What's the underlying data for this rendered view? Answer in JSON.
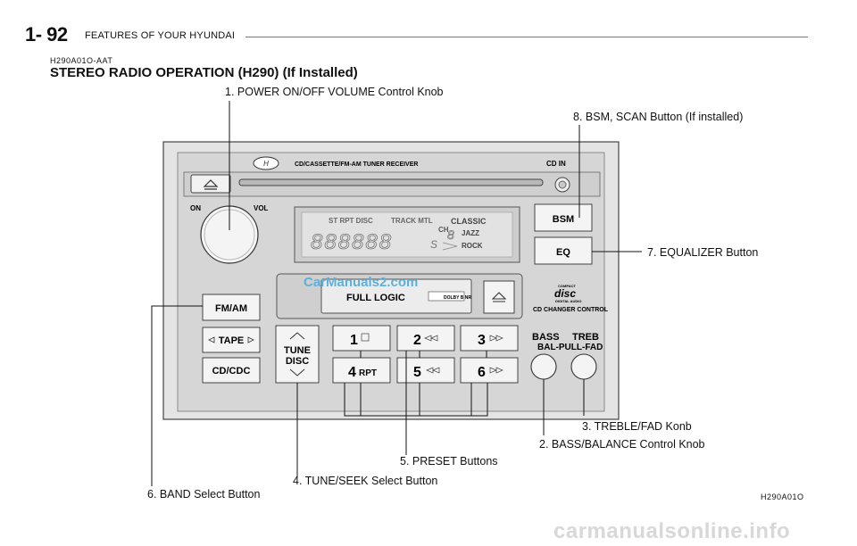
{
  "header": {
    "page_number": "1- 92",
    "section": "FEATURES OF YOUR HYUNDAI"
  },
  "doc_code": "H290A01O-AAT",
  "title": "STEREO RADIO OPERATION (H290) (If Installed)",
  "figure_code": "H290A01O",
  "watermark": "CarManuals2.com",
  "footer_watermark": "carmanualsonline.info",
  "callouts": {
    "c1": "1. POWER ON/OFF VOLUME Control Knob",
    "c2": "2. BASS/BALANCE Control Knob",
    "c3": "3. TREBLE/FAD Konb",
    "c4": "4. TUNE/SEEK Select Button",
    "c5": "5. PRESET Buttons",
    "c6": "6. BAND Select Button",
    "c7": "7. EQUALIZER Button",
    "c8": "8. BSM, SCAN Button (If installed)"
  },
  "radio": {
    "brand_text": "CD/CASSETTE/FM-AM TUNER RECEIVER",
    "cd_in": "CD  IN",
    "on_label": "ON",
    "vol_label": "VOL",
    "display_indicators": "ST  RPT  DISC",
    "display_track": "TRACK  MTL",
    "classic": "CLASSIC",
    "jazz": "JAZZ",
    "rock": "ROCK",
    "ch": "CH",
    "digits": "888888",
    "small_digit": "8",
    "s_mark": "S",
    "bsm": "BSM",
    "eq": "EQ",
    "full_logic": "FULL LOGIC",
    "dolby": "DOLBY B NR",
    "compact": "COMPACT",
    "disc_logo": "disc",
    "digital_audio": "DIGITAL AUDIO",
    "cd_changer": "CD CHANGER CONTROL",
    "fm_am": "FM/AM",
    "tape": "TAPE",
    "cd_cdc": "CD/CDC",
    "tune": "TUNE",
    "disc": "DISC",
    "presets": [
      "1",
      "2",
      "3",
      "4",
      "5",
      "6"
    ],
    "preset4_sub": "RPT",
    "bass": "BASS",
    "treb": "TREB",
    "bal_pull_fad": "BAL-PULL-FAD"
  }
}
